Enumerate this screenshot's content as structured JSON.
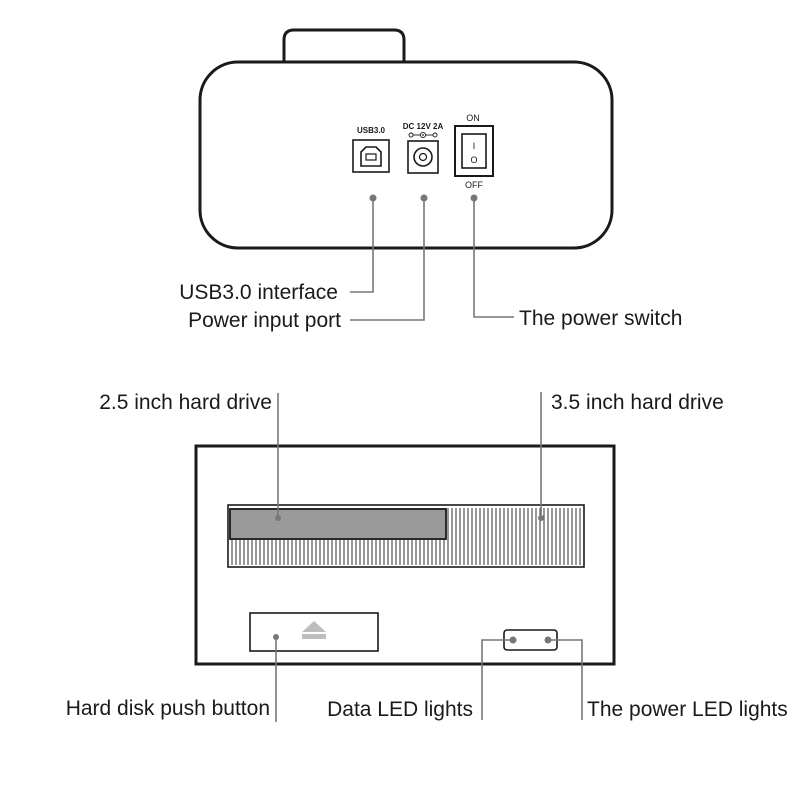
{
  "rear_panel": {
    "usb_port_label": "USB3.0",
    "dc_port_label": "DC 12V 2A",
    "switch_on_label": "ON",
    "switch_off_label": "OFF",
    "switch_on_glyph": "I",
    "switch_off_glyph": "O",
    "callout_usb": "USB3.0 interface",
    "callout_power_port": "Power input port",
    "callout_power_switch": "The power switch"
  },
  "front_panel": {
    "callout_25_drive": "2.5 inch hard drive",
    "callout_35_drive": "3.5 inch hard drive",
    "callout_push_button": "Hard disk push button",
    "callout_data_led": "Data LED lights",
    "callout_power_led": "The power LED lights",
    "eject_icon": "eject-icon"
  },
  "colors": {
    "outline": "#1a1a1a",
    "leader": "#777777",
    "slot_25_fill": "#9a9a9a"
  }
}
